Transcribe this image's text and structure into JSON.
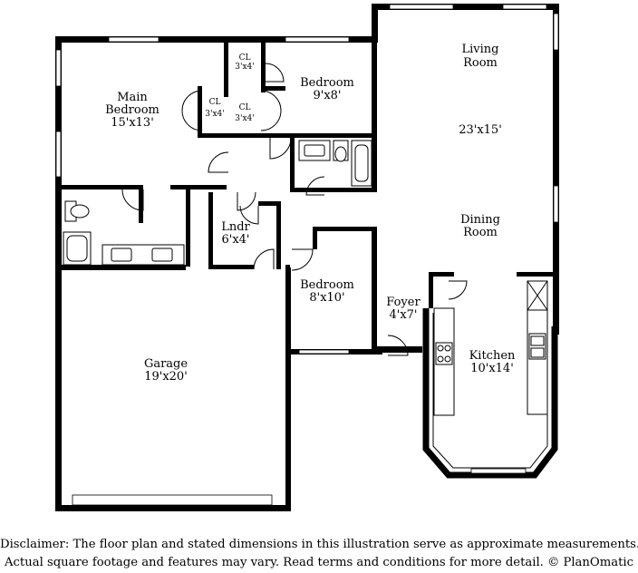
{
  "rooms": {
    "living": {
      "name_l1": "Living",
      "name_l2": "Room",
      "dims": "23'x15'"
    },
    "dining": {
      "name_l1": "Dining",
      "name_l2": "Room"
    },
    "main_bedroom": {
      "name_l1": "Main",
      "name_l2": "Bedroom",
      "dims": "15'x13'"
    },
    "bedroom_top": {
      "name": "Bedroom",
      "dims": "9'x8'"
    },
    "bedroom_mid": {
      "name": "Bedroom",
      "dims": "8'x10'"
    },
    "laundry": {
      "name": "Lndr",
      "dims": "6'x4'"
    },
    "foyer": {
      "name": "Foyer",
      "dims": "4'x7'"
    },
    "kitchen": {
      "name": "Kitchen",
      "dims": "10'x14'"
    },
    "garage": {
      "name": "Garage",
      "dims": "19'x20'"
    },
    "closet_a": {
      "name": "CL",
      "dims": "3'x4'"
    },
    "closet_b": {
      "name": "CL",
      "dims": "3'x4'"
    },
    "closet_c": {
      "name": "CL",
      "dims": "3'x4'"
    }
  },
  "disclaimer": {
    "line1": "Disclaimer: The floor plan and stated dimensions in this illustration serve as approximate measurements.",
    "line2": "Actual square footage and features may vary. Read terms and conditions for more detail. © PlanOmatic"
  }
}
